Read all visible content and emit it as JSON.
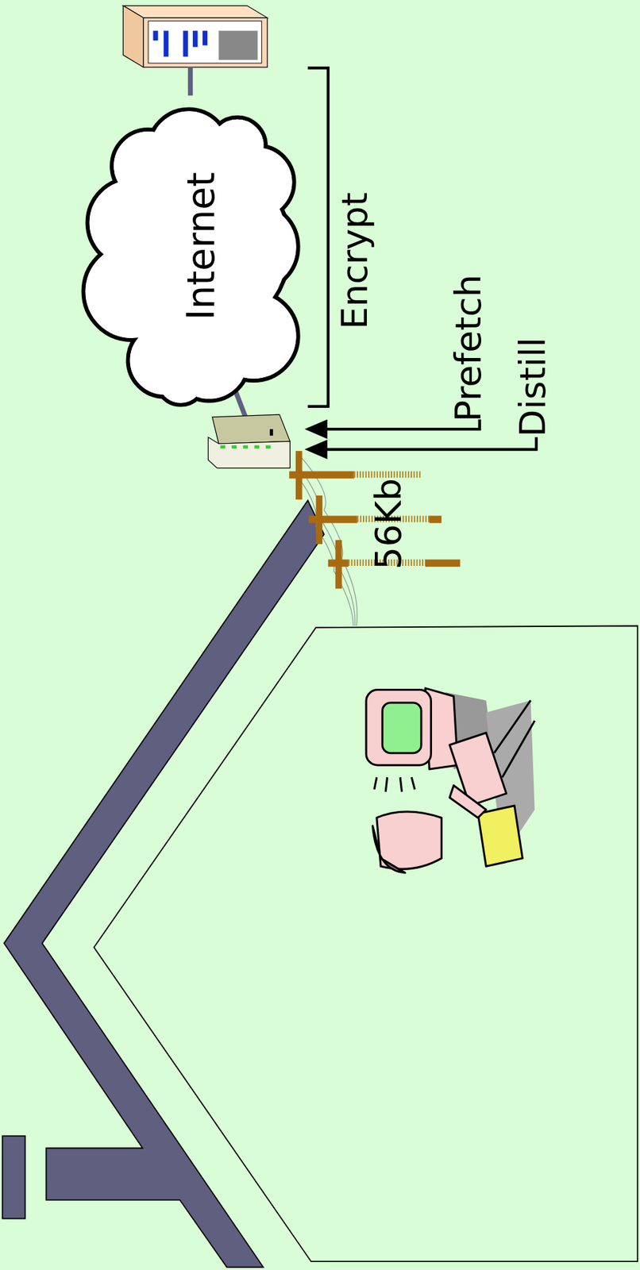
{
  "diagram": {
    "nodes": [
      {
        "text": [
          "Internet"
        ]
      }
    ],
    "labels": [
      "Encrypt",
      "Prefetch",
      "Distill",
      "56Kb"
    ]
  }
}
